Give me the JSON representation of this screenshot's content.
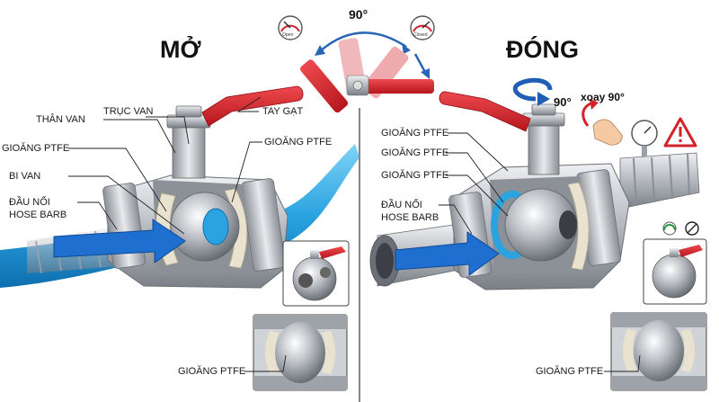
{
  "titles": {
    "open": "MỞ",
    "closed": "ĐÓNG"
  },
  "angle": {
    "top": "90°",
    "right_rotation": "90°",
    "rotate_text": "xoay 90°"
  },
  "gauges": {
    "open_label": "Open",
    "closed_label": "Closed"
  },
  "left_labels": {
    "body": "THÂN VAN",
    "stem": "TRỤC VAN",
    "handle": "TAY GẠT",
    "seal_left": "GIOĂNG PTFE",
    "seal_right": "GIOĂNG PTFE",
    "ball": "BI VAN",
    "barb_line1": "ĐẦU NỐI",
    "barb_line2": "HOSE BARB",
    "detail_seal": "GIOĂNG PTFE"
  },
  "right_labels": {
    "seal_1": "GIOĂNG PTFE",
    "seal_2": "GIOĂNG PTFE",
    "seal_3": "GIOĂNG PTFE",
    "barb_line1": "ĐẦU NỐI",
    "barb_line2": "HOSE BARB",
    "detail_seal": "GIOĂNG PTFE"
  },
  "colors": {
    "handle_red": "#d2232a",
    "water_blue": "#2aa3e0",
    "arrow_blue": "#1f6fd0",
    "steel": "#b8bcc2"
  }
}
